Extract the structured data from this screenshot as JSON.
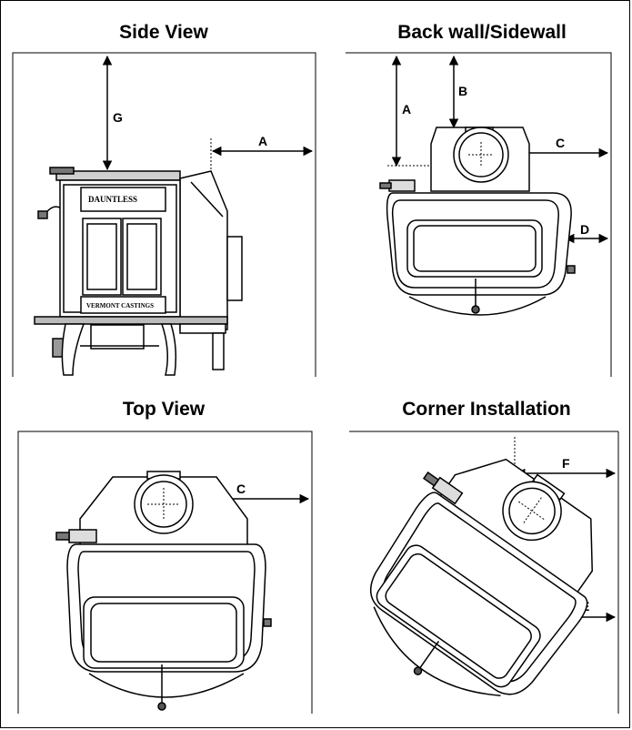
{
  "panels": {
    "side_view": {
      "title": "Side View",
      "labels": {
        "g": "G",
        "a": "A"
      },
      "badge_top": "DAUNTLESS",
      "badge_bottom": "VERMONT CASTINGS"
    },
    "back_wall": {
      "title": "Back wall/Sidewall",
      "labels": {
        "a": "A",
        "b": "B",
        "c": "C",
        "d": "D"
      }
    },
    "top_view": {
      "title": "Top View",
      "labels": {
        "c": "C"
      }
    },
    "corner": {
      "title": "Corner Installation",
      "labels": {
        "f": "F",
        "e": "E"
      }
    }
  }
}
